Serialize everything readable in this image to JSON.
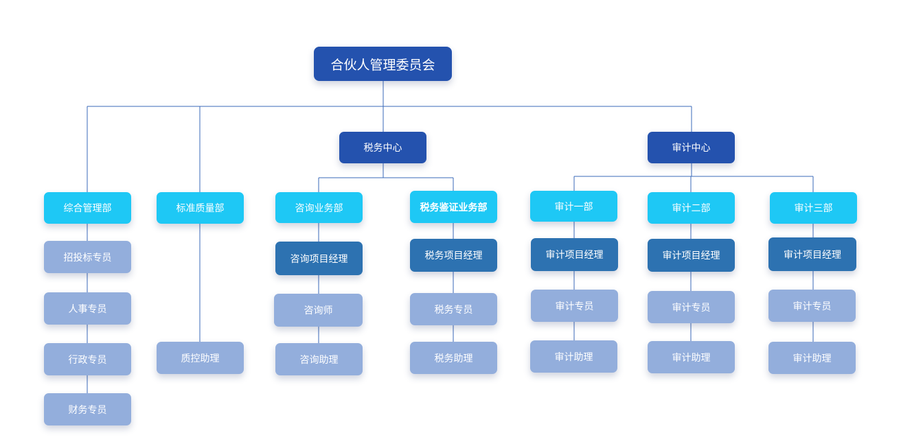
{
  "org": {
    "root": "合伙人管理委员会",
    "centers": [
      "税务中心",
      "审计中心"
    ],
    "depts": [
      "综合管理部",
      "标准质量部",
      "咨询业务部",
      "税务鉴证业务部",
      "审计一部",
      "审计二部",
      "审计三部"
    ],
    "admin_roles": [
      "招投标专员",
      "人事专员",
      "行政专员",
      "财务专员"
    ],
    "quality_roles": [
      "质控助理"
    ],
    "consult_roles": [
      "咨询项目经理",
      "咨询师",
      "咨询助理"
    ],
    "tax_roles": [
      "税务项目经理",
      "税务专员",
      "税务助理"
    ],
    "audit1_roles": [
      "审计项目经理",
      "审计专员",
      "审计助理"
    ],
    "audit2_roles": [
      "审计项目经理",
      "审计专员",
      "审计助理"
    ],
    "audit3_roles": [
      "审计项目经理",
      "审计专员",
      "审计助理"
    ]
  },
  "colors": {
    "root": "#2452ae",
    "center": "#2452ae",
    "department": "#1ec8f5",
    "manager": "#2d72b1",
    "staff": "#93aedc",
    "connector": "#3a68b8"
  }
}
